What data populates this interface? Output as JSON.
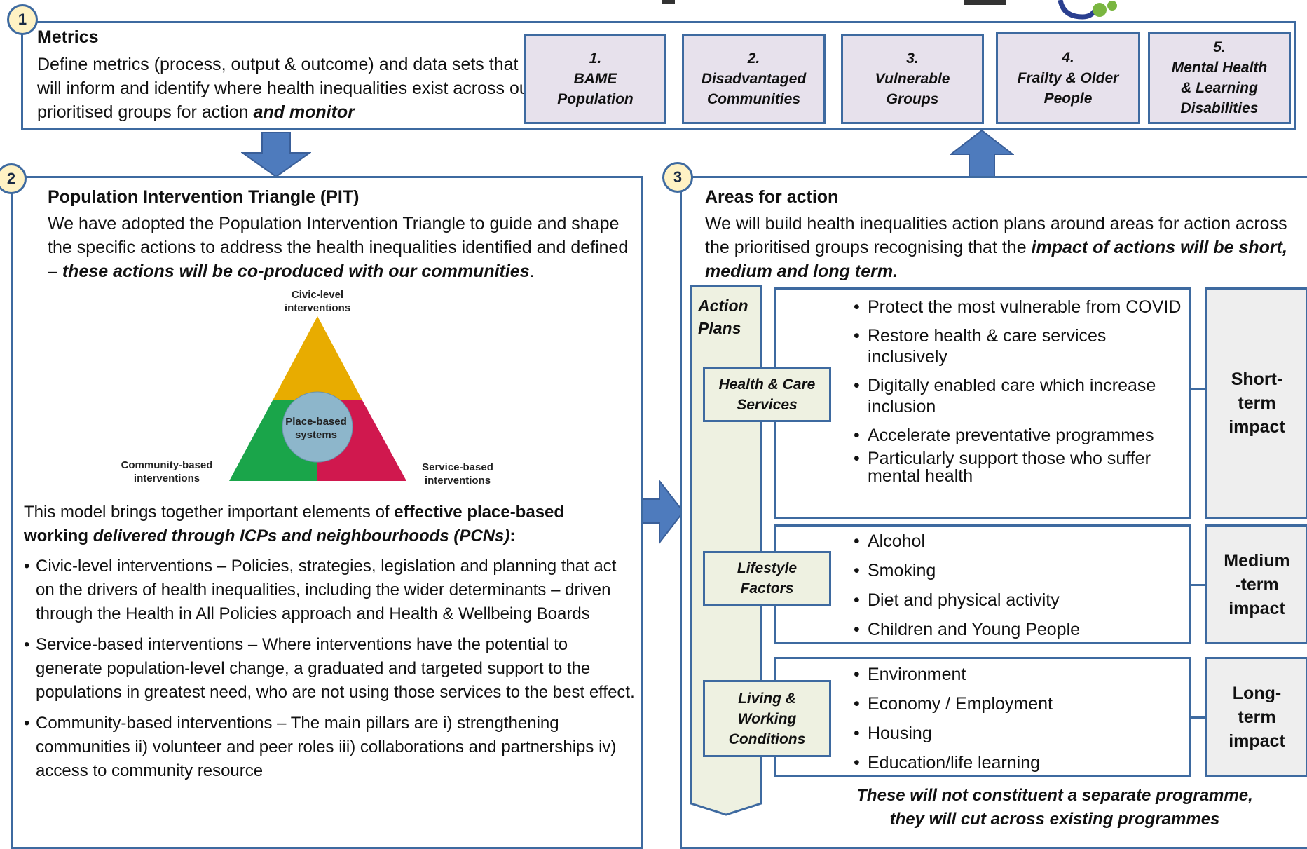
{
  "panel1": {
    "number": "1",
    "title": "Metrics",
    "text": "Define metrics (process, output & outcome) and data sets that will inform and identify where health inequalities exist across our prioritised groups for action",
    "text_emphasis": "and monitor",
    "groups": [
      {
        "num": "1.",
        "label": "BAME Population"
      },
      {
        "num": "2.",
        "label": "Disadvantaged Communities"
      },
      {
        "num": "3.",
        "label": "Vulnerable Groups"
      },
      {
        "num": "4.",
        "label": "Frailty & Older People"
      },
      {
        "num": "5.",
        "label": "Mental Health & Learning Disabilities"
      }
    ]
  },
  "panel2": {
    "number": "2",
    "title": "Population Intervention Triangle (PIT)",
    "intro": "We have adopted the Population Intervention Triangle to  guide and shape the specific actions to address the health inequalities identified and defined –",
    "intro_emphasis": "these actions will be co-produced with our communities",
    "intro_end": ".",
    "triangle": {
      "top": "Civic-level interventions",
      "left": "Community-based interventions",
      "right": "Service-based interventions",
      "center": "Place-based systems"
    },
    "model_text_start": "This model brings together important elements of",
    "model_text_bold": "effective place-based working",
    "model_text_bold_italic": "delivered through ICPs and neighbourhoods (PCNs)",
    "model_text_end": ":",
    "bullets": [
      "Civic-level interventions – Policies, strategies, legislation and planning that act on the drivers of health inequalities, including the wider determinants – driven through the Health in All Policies approach and Health & Wellbeing Boards",
      "Service-based interventions – Where interventions have the potential to generate population-level change, a graduated and targeted support to the populations in greatest need, who are not using those services to the best effect.",
      "Community-based interventions – The main pillars are i) strengthening communities ii) volunteer and peer roles iii) collaborations and partnerships iv) access to community resource"
    ]
  },
  "panel3": {
    "number": "3",
    "title": "Areas for action",
    "intro": "We will build health inequalities action plans around areas for action across the prioritised groups recognising that the",
    "intro_emphasis": "impact of actions will be short, medium and long term.",
    "action_plans_label": "Action Plans",
    "rows": [
      {
        "category": "Health & Care Services",
        "items": [
          "Protect the most vulnerable from COVID",
          "Restore health & care services inclusively",
          "Digitally enabled care which increase inclusion",
          "Accelerate preventative programmes",
          "Particularly support those who suffer mental health"
        ],
        "impact": "Short-term impact"
      },
      {
        "category": "Lifestyle Factors",
        "items": [
          "Alcohol",
          "Smoking",
          "Diet and physical activity",
          "Children and Young People"
        ],
        "impact": "Medium-term impact"
      },
      {
        "category": "Living & Working Conditions",
        "items": [
          "Environment",
          "Economy / Employment",
          "Housing",
          "Education/life learning"
        ],
        "impact": "Long-term impact"
      }
    ],
    "footer": "These will not constituent a separate programme, they will cut across existing programmes"
  },
  "colors": {
    "border": "#3e6aa0",
    "arrow": "#4e7bbd",
    "metric_fill": "#e7e1ec",
    "category_fill": "#eef1e1",
    "triangle_top": "#e8ac00",
    "triangle_left": "#1aa54a",
    "triangle_right": "#d0184e",
    "triangle_center": "#8db6cb"
  }
}
